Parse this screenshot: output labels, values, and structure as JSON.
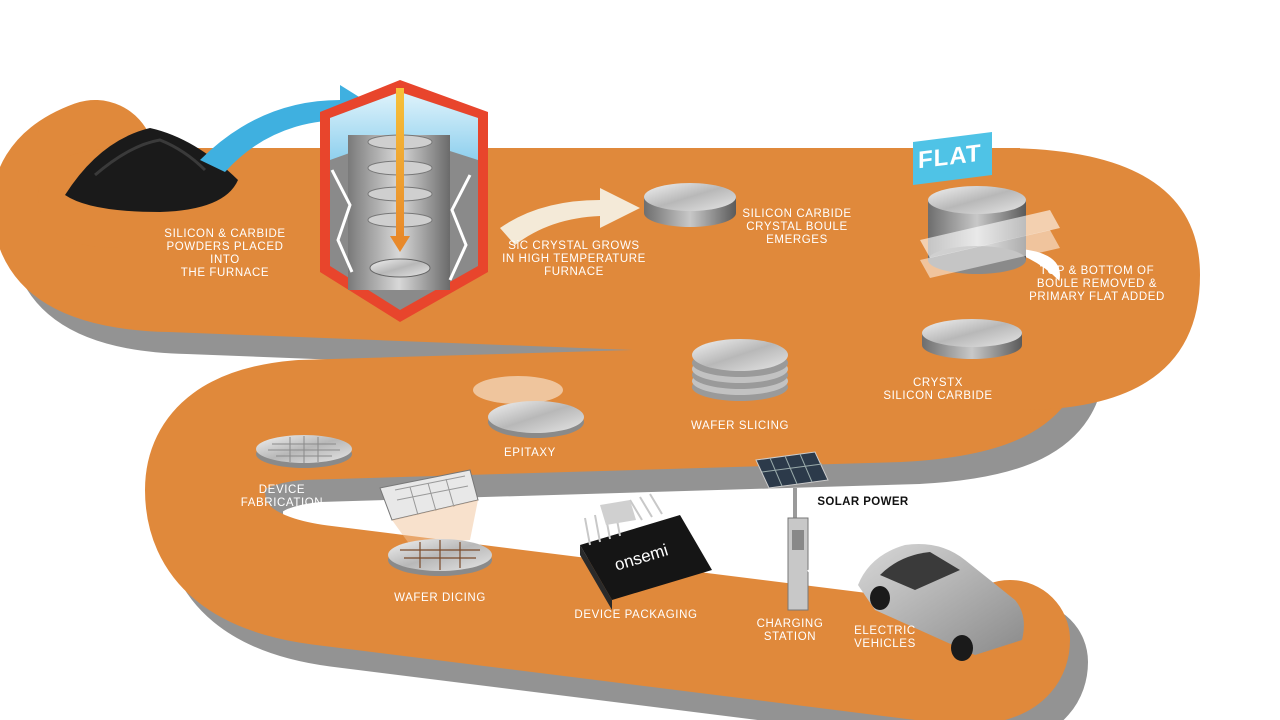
{
  "steps": {
    "powders": {
      "lines": [
        "SILICON & CARBIDE",
        "POWDERS PLACED INTO",
        "THE FURNACE"
      ]
    },
    "furnace": {
      "lines": [
        "SiC CRYSTAL GROWS",
        "IN HIGH TEMPERATURE",
        "FURNACE"
      ]
    },
    "boule": {
      "lines": [
        "SILICON CARBIDE",
        "CRYSTAL BOULE",
        "EMERGES"
      ]
    },
    "flat": {
      "badge": "FLAT",
      "lines": [
        "TOP & BOTTOM OF",
        "BOULE REMOVED &",
        "PRIMARY FLAT ADDED"
      ]
    },
    "crystx": {
      "lines": [
        "CRYSTX",
        "SILICON CARBIDE"
      ]
    },
    "slicing": {
      "lines": [
        "WAFER SLICING"
      ]
    },
    "epitaxy": {
      "lines": [
        "EPITAXY"
      ]
    },
    "fabrication": {
      "lines": [
        "DEVICE",
        "FABRICATION"
      ]
    },
    "dicing": {
      "lines": [
        "WAFER DICING"
      ]
    },
    "packaging": {
      "lines": [
        "DEVICE PACKAGING"
      ],
      "chip_brand": "onsemi"
    },
    "charging": {
      "lines": [
        "CHARGING",
        "STATION"
      ]
    },
    "solar": {
      "lines": [
        "SOLAR POWER"
      ]
    },
    "ev": {
      "lines": [
        "ELECTRIC",
        "VEHICLES"
      ]
    }
  },
  "colors": {
    "road": "#e0893b",
    "road_shadow": "#2a2a2a",
    "badge": "#4fc3e6",
    "arrow_blue": "#3fb0e0",
    "furnace_red": "#e8452c"
  }
}
